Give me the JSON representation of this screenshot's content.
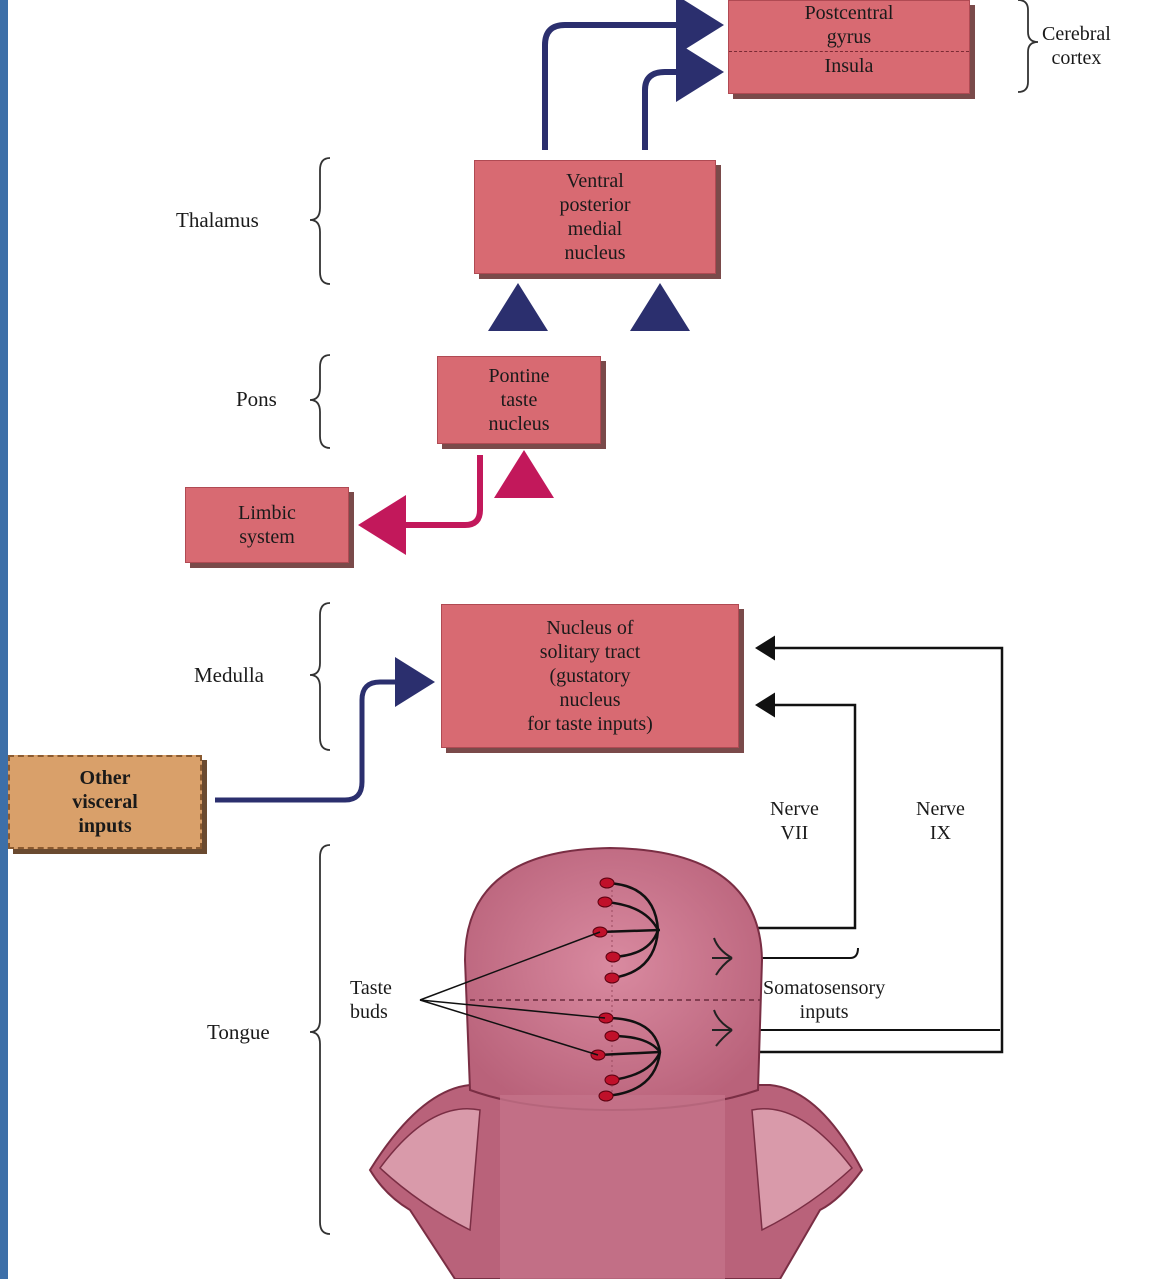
{
  "boxes": {
    "postcentral": "Postcentral gyrus",
    "postcentral_l1": "Postcentral",
    "postcentral_l2": "gyrus",
    "insula": "Insula",
    "vpm_l1": "Ventral",
    "vpm_l2": "posterior",
    "vpm_l3": "medial",
    "vpm_l4": "nucleus",
    "pontine_l1": "Pontine",
    "pontine_l2": "taste",
    "pontine_l3": "nucleus",
    "limbic_l1": "Limbic",
    "limbic_l2": "system",
    "nts_l1": "Nucleus of",
    "nts_l2": "solitary tract",
    "nts_l3": "(gustatory",
    "nts_l4": "nucleus",
    "nts_l5": "for taste inputs)",
    "other_l1": "Other",
    "other_l2": "visceral",
    "other_l3": "inputs"
  },
  "regions": {
    "cerebral_l1": "Cerebral",
    "cerebral_l2": "cortex",
    "thalamus": "Thalamus",
    "pons": "Pons",
    "medulla": "Medulla",
    "tongue": "Tongue"
  },
  "labels": {
    "nerve_vii_l1": "Nerve",
    "nerve_vii_l2": "VII",
    "nerve_ix_l1": "Nerve",
    "nerve_ix_l2": "IX",
    "taste_l1": "Taste",
    "taste_l2": "buds",
    "somato_l1": "Somatosensory",
    "somato_l2": "inputs"
  },
  "colors": {
    "box": "#d86a72",
    "other_box": "#d9a06a",
    "ascending_arrow": "#2b2f6e",
    "limbic_arrow": "#c2185b",
    "tongue": "#c9778f",
    "taste_bud": "#c0102a",
    "frame": "#3d6fa8"
  }
}
